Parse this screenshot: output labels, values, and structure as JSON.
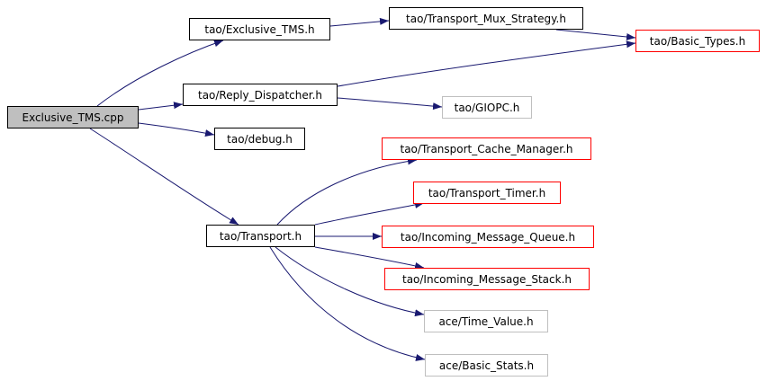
{
  "nodes": {
    "exclusive_tms_cpp": "Exclusive_TMS.cpp",
    "exclusive_tms_h": "tao/Exclusive_TMS.h",
    "transport_mux_strategy_h": "tao/Transport_Mux_Strategy.h",
    "basic_types_h": "tao/Basic_Types.h",
    "reply_dispatcher_h": "tao/Reply_Dispatcher.h",
    "giopc_h": "tao/GIOPC.h",
    "debug_h": "tao/debug.h",
    "transport_h": "tao/Transport.h",
    "transport_cache_manager_h": "tao/Transport_Cache_Manager.h",
    "transport_timer_h": "tao/Transport_Timer.h",
    "incoming_message_queue_h": "tao/Incoming_Message_Queue.h",
    "incoming_message_stack_h": "tao/Incoming_Message_Stack.h",
    "time_value_h": "ace/Time_Value.h",
    "basic_stats_h": "ace/Basic_Stats.h"
  },
  "node_styles": {
    "exclusive_tms_cpp": "root",
    "exclusive_tms_h": "black",
    "transport_mux_strategy_h": "black",
    "basic_types_h": "red",
    "reply_dispatcher_h": "black",
    "giopc_h": "gray",
    "debug_h": "black",
    "transport_h": "black",
    "transport_cache_manager_h": "red",
    "transport_timer_h": "red",
    "incoming_message_queue_h": "red",
    "incoming_message_stack_h": "red",
    "time_value_h": "gray",
    "basic_stats_h": "gray"
  },
  "edges": [
    [
      "exclusive_tms_cpp",
      "exclusive_tms_h"
    ],
    [
      "exclusive_tms_cpp",
      "reply_dispatcher_h"
    ],
    [
      "exclusive_tms_cpp",
      "debug_h"
    ],
    [
      "exclusive_tms_cpp",
      "transport_h"
    ],
    [
      "exclusive_tms_h",
      "transport_mux_strategy_h"
    ],
    [
      "transport_mux_strategy_h",
      "basic_types_h"
    ],
    [
      "reply_dispatcher_h",
      "basic_types_h"
    ],
    [
      "reply_dispatcher_h",
      "giopc_h"
    ],
    [
      "transport_h",
      "transport_cache_manager_h"
    ],
    [
      "transport_h",
      "transport_timer_h"
    ],
    [
      "transport_h",
      "incoming_message_queue_h"
    ],
    [
      "transport_h",
      "incoming_message_stack_h"
    ],
    [
      "transport_h",
      "time_value_h"
    ],
    [
      "transport_h",
      "basic_stats_h"
    ]
  ],
  "colors": {
    "edge": "#191970",
    "root_fill": "#bfbfbf",
    "black_border": "#000000",
    "red_border": "#ff0000",
    "gray_border": "#bfbfbf"
  }
}
